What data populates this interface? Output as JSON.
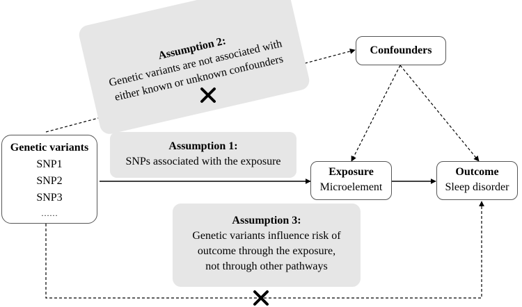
{
  "genetic": {
    "title": "Genetic variants",
    "items": [
      "SNP1",
      "SNP2",
      "SNP3",
      "……"
    ]
  },
  "confounders": {
    "title": "Confounders"
  },
  "exposure": {
    "title": "Exposure",
    "subtitle": "Microelement"
  },
  "outcome": {
    "title": "Outcome",
    "subtitle": "Sleep disorder"
  },
  "assumption1": {
    "title": "Assumption 1:",
    "lines": [
      "SNPs associated with the exposure"
    ]
  },
  "assumption2": {
    "title": "Assumption 2:",
    "lines": [
      "Genetic variants are not associated with",
      "either known or unknown confounders"
    ]
  },
  "assumption3": {
    "title": "Assumption 3:",
    "lines": [
      "Genetic variants influence risk of",
      "outcome through the exposure,",
      "not through other pathways"
    ]
  },
  "icons": {
    "blocked": "cross-mark-icon"
  },
  "colors": {
    "panel": "#e6e6e6",
    "border": "#555555",
    "line": "#000000"
  }
}
